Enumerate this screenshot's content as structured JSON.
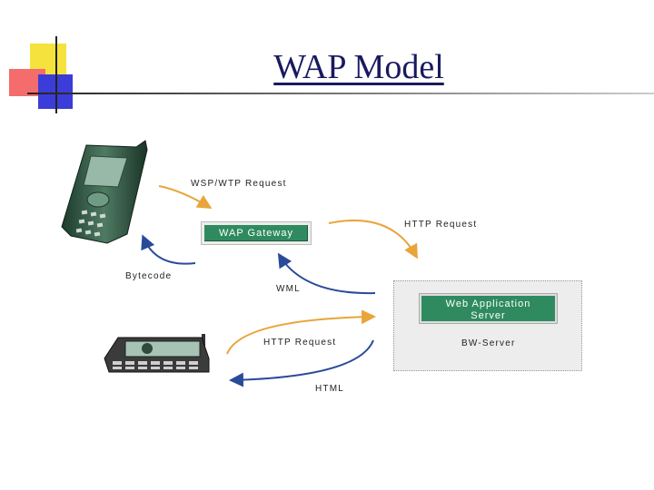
{
  "title": "WAP Model",
  "labels": {
    "wsp_wtp_request": "WSP/WTP Request",
    "http_request_top": "HTTP Request",
    "bytecode": "Bytecode",
    "wml": "WML",
    "http_request_bottom": "HTTP Request",
    "bw_server": "BW-Server",
    "html": "HTML"
  },
  "nodes": {
    "wap_gateway": "WAP Gateway",
    "web_application_server_line1": "Web Application",
    "web_application_server_line2": "Server"
  },
  "colors": {
    "arrow_orange": "#e8a53a",
    "arrow_blue": "#2a4a9a",
    "node_green": "#2f8b5f",
    "title": "#1a1a60"
  },
  "icons": [
    "mobile-phone-icon",
    "communicator-device-icon"
  ]
}
